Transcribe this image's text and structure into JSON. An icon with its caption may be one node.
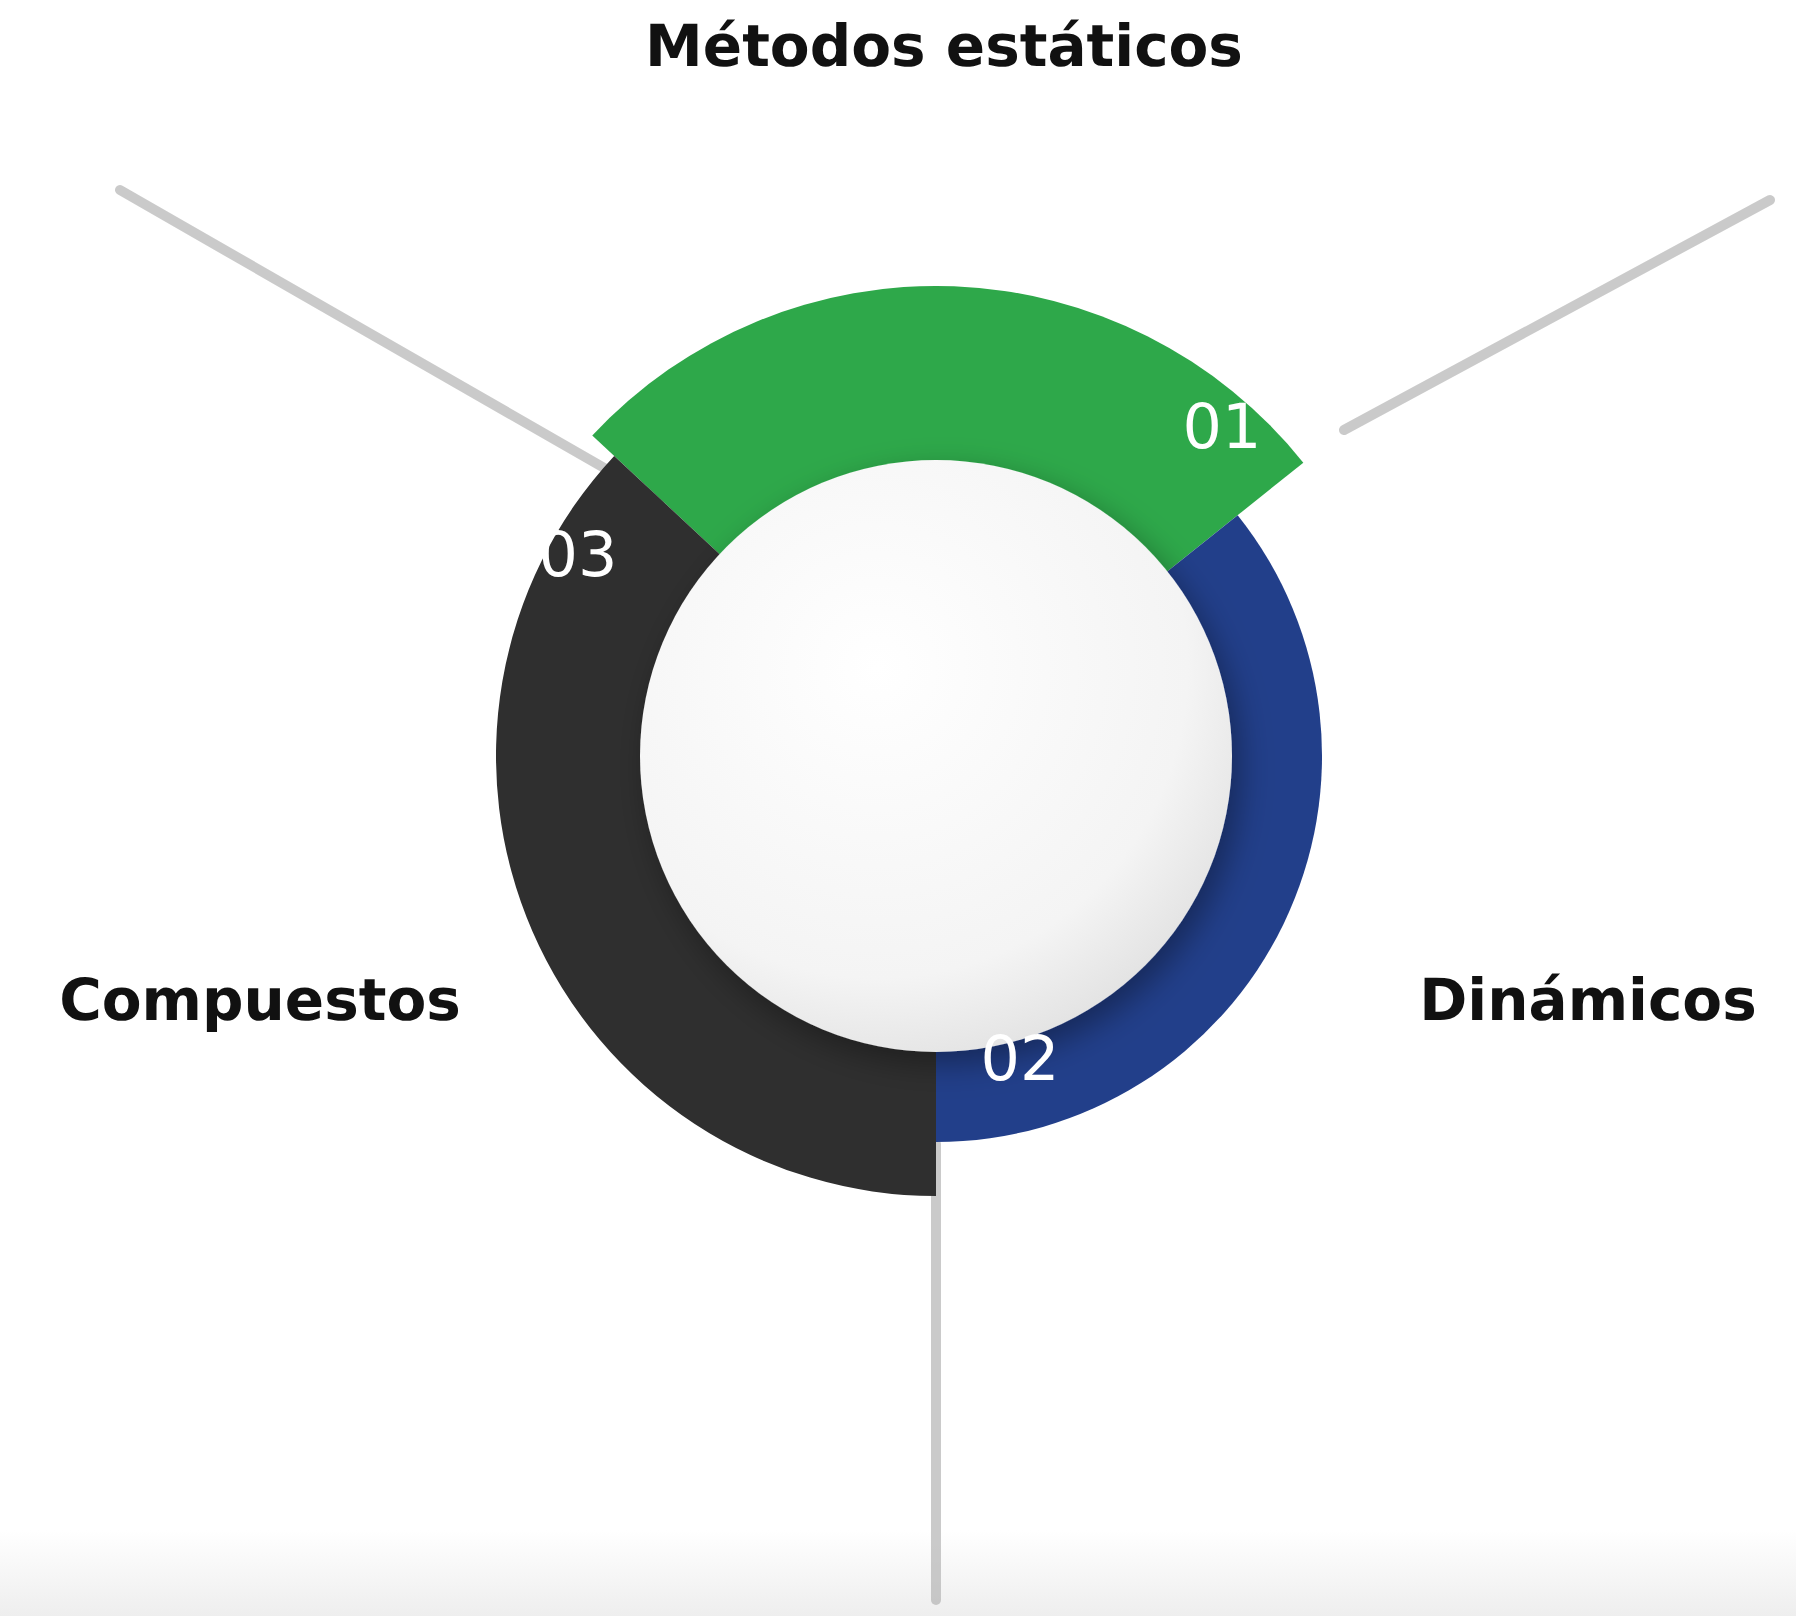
{
  "diagram": {
    "nodes": [
      {
        "text": [
          "01"
        ],
        "beside": [
          "Métodos estáticos"
        ]
      },
      {
        "text": [
          "02"
        ],
        "beside": [
          "Dinámicos"
        ]
      },
      {
        "text": [
          "03"
        ],
        "beside": [
          "Compuestos"
        ]
      },
      {
        "text": [],
        "shape": "circle"
      }
    ]
  }
}
